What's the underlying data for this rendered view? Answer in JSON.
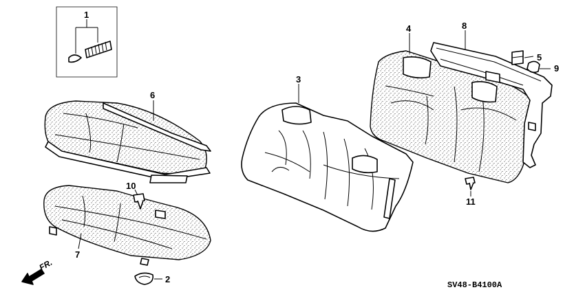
{
  "diagram": {
    "diagram_code": "SV48-B4100A",
    "direction_label": "FR.",
    "callouts": [
      "1",
      "2",
      "3",
      "4",
      "5",
      "6",
      "7",
      "8",
      "9",
      "10",
      "11"
    ]
  },
  "colors": {
    "line": "#000000",
    "background": "#ffffff"
  }
}
